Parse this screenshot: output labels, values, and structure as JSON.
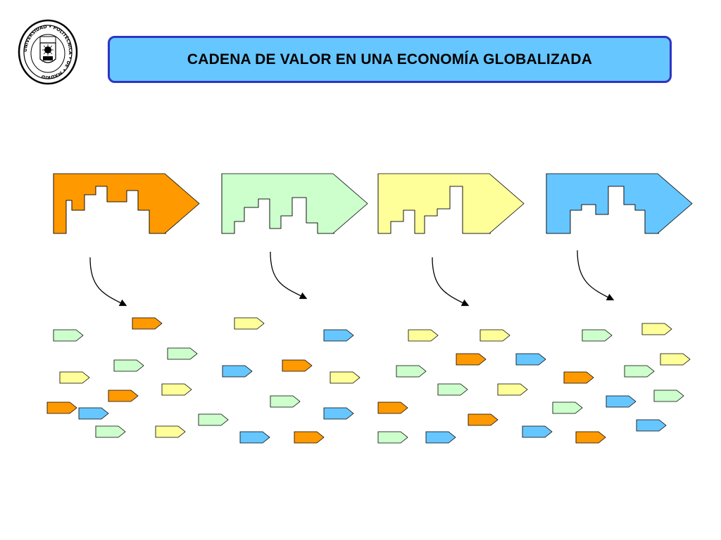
{
  "title": "CADENA DE VALOR EN UNA ECONOMÍA GLOBALIZADA",
  "logo": {
    "icon": "university-seal-icon",
    "seal_text": "UNIVERSIDAD • POLITÉCNICA • DE • MADRID"
  },
  "colors": {
    "orange": "#ff9900",
    "green": "#ccffcc",
    "yellow": "#ffff99",
    "blue": "#66c6ff",
    "outline": "#000000",
    "title_fill": "#66c6ff",
    "title_border": "#2f34c4"
  },
  "value_chains": [
    {
      "color": "orange",
      "skyline": "ascending-middle",
      "fragments": [
        "green",
        "orange",
        "green",
        "green",
        "yellow",
        "orange",
        "yellow",
        "orange",
        "green",
        "green",
        "yellow",
        "blue"
      ]
    },
    {
      "color": "green",
      "skyline": "two-towers",
      "fragments": [
        "yellow",
        "blue",
        "blue",
        "orange",
        "yellow",
        "green",
        "blue",
        "blue",
        "orange"
      ]
    },
    {
      "color": "yellow",
      "skyline": "steps-left",
      "fragments": [
        "yellow",
        "yellow",
        "orange",
        "blue",
        "green",
        "green",
        "yellow",
        "orange",
        "orange",
        "green",
        "blue",
        "blue"
      ]
    },
    {
      "color": "blue",
      "skyline": "center-tower",
      "fragments": [
        "yellow",
        "green",
        "yellow",
        "green",
        "orange",
        "green",
        "blue",
        "green",
        "blue",
        "orange"
      ]
    }
  ]
}
